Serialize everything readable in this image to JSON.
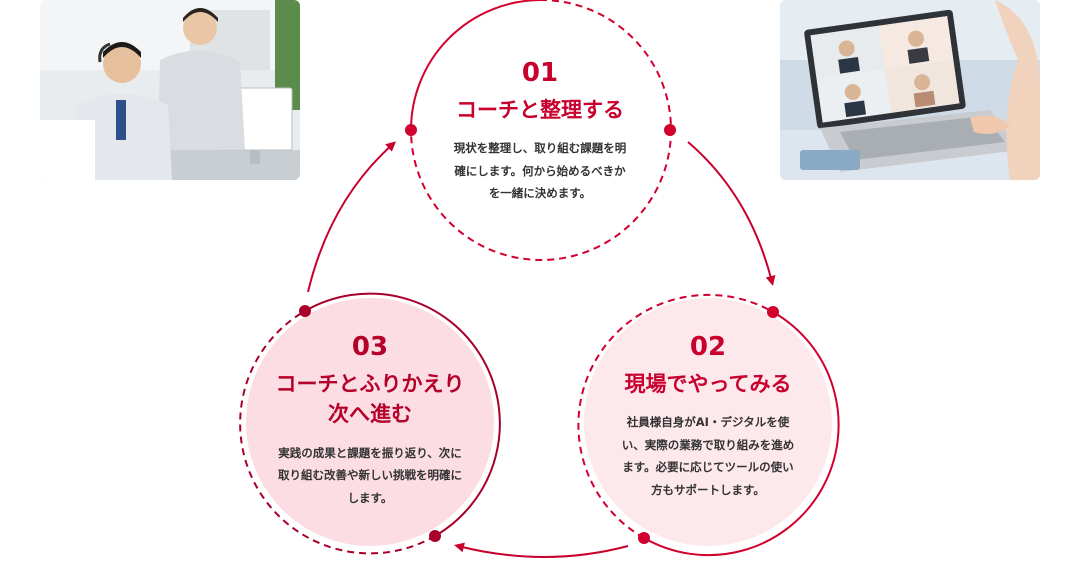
{
  "steps": [
    {
      "number": "01",
      "title": "コーチと整理する",
      "description": "現状を整理し、取り組む課題を明確にします。何から始めるべきかを一緒に決めます。"
    },
    {
      "number": "02",
      "title": "現場でやってみる",
      "description": "社員様自身がAI・デジタルを使い、実際の業務で取り組みを進めます。必要に応じてツールの使い方もサポートします。"
    },
    {
      "number": "03",
      "title_line1": "コーチとふりかえり",
      "title_line2": "次へ進む",
      "description": "実践の成果と課題を振り返り、次に取り組む改善や新しい挑戦を明確にします。"
    }
  ],
  "colors": {
    "accent_red": "#d2002e",
    "dark_red": "#a8002a",
    "pink_fill": "#fbdde3",
    "text_dark": "#333333"
  },
  "images": {
    "left": "support-staff-headset-photo",
    "right": "video-conference-laptop-photo"
  }
}
